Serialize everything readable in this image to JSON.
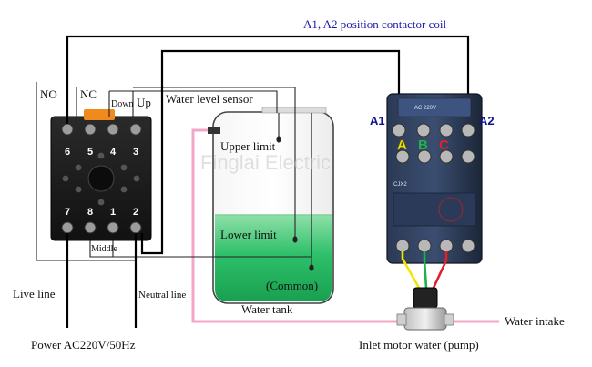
{
  "title": "A1, A2 position contactor coil",
  "relay": {
    "no_label": "NO",
    "nc_label": "NC",
    "down_label": "Down",
    "up_label": "Up",
    "middle_label": "Middle",
    "terminals_top": [
      "6",
      "5",
      "4",
      "3"
    ],
    "terminals_bottom": [
      "7",
      "8",
      "1",
      "2"
    ]
  },
  "sensor": {
    "label": "Water level sensor",
    "upper_limit": "Upper limit",
    "lower_limit": "Lower limit",
    "common": "(Common)"
  },
  "tank": {
    "label": "Water tank"
  },
  "contactor": {
    "a1": "A1",
    "a2": "A2",
    "poles": [
      "A",
      "B",
      "C"
    ],
    "model": "CJX2"
  },
  "power": {
    "live_line": "Live line",
    "neutral_line": "Neutral line",
    "label": "Power AC220V/50Hz"
  },
  "pump": {
    "label": "Inlet motor water (pump)",
    "intake_label": "Water intake"
  },
  "watermark": "Finglai Electric",
  "colors": {
    "wire": "#000000",
    "pipe": "#f4a6c8",
    "water": "#2fc06a",
    "title_text": "#1a1aa8",
    "relay_body": "#1c1c1c",
    "contactor_body": "#1f2a3d",
    "pole_a": "#f2e600",
    "pole_b": "#1db24a",
    "pole_c": "#e0202a",
    "relay_tab": "#f08a1c"
  }
}
